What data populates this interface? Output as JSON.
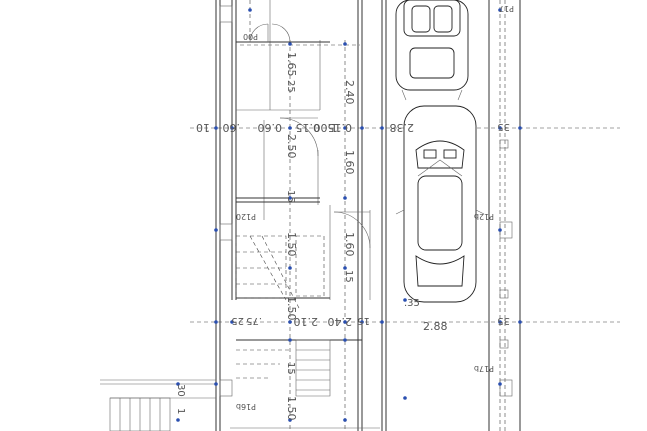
{
  "dimensions": [
    {
      "id": "d-240",
      "text": "2.40"
    },
    {
      "id": "d-238",
      "text": "2.38"
    },
    {
      "id": "d-015a",
      "text": "0.15"
    },
    {
      "id": "d-100",
      "text": "1.00"
    },
    {
      "id": "d-015b",
      "text": "0.15"
    },
    {
      "id": "d-10",
      "text": "10"
    },
    {
      "id": "d-60",
      "text": ".60"
    },
    {
      "id": "d-60b",
      "text": "0.60"
    },
    {
      "id": "d-160a",
      "text": "1.60"
    },
    {
      "id": "d-160b",
      "text": "1.60"
    },
    {
      "id": "d-150a",
      "text": "1.50"
    },
    {
      "id": "d-150b",
      "text": "1.50"
    },
    {
      "id": "d-150c",
      "text": "1.50"
    },
    {
      "id": "d-165",
      "text": "1.65"
    },
    {
      "id": "d-210",
      "text": "2.10"
    },
    {
      "id": "d-240b",
      "text": "2.40"
    },
    {
      "id": "d-288",
      "text": "2.88"
    },
    {
      "id": "d-35a",
      "text": "35"
    },
    {
      "id": "d-35b",
      "text": "35"
    },
    {
      "id": "d-25a",
      "text": "25"
    },
    {
      "id": "d-25b",
      "text": "25"
    },
    {
      "id": "d-15a",
      "text": "15"
    },
    {
      "id": "d-15b",
      "text": "15"
    },
    {
      "id": "d-15c",
      "text": "15"
    },
    {
      "id": "d-15d",
      "text": "15"
    },
    {
      "id": "d-2-50",
      "text": "2.50"
    },
    {
      "id": "d-75",
      "text": ".75"
    },
    {
      "id": "d-30",
      "text": "30"
    },
    {
      "id": "d-1",
      "text": "1"
    },
    {
      "id": "d-35c",
      "text": ".35"
    }
  ],
  "labels": [
    {
      "id": "p120",
      "text": "P120"
    },
    {
      "id": "p12b",
      "text": "P12b"
    },
    {
      "id": "p16b",
      "text": "P16b"
    },
    {
      "id": "p17b",
      "text": "P17b"
    },
    {
      "id": "p00",
      "text": "P00"
    },
    {
      "id": "p17",
      "text": "P17"
    }
  ],
  "colors": {
    "line": "#333333",
    "marker": "#2a4fb0",
    "text": "#555555"
  }
}
